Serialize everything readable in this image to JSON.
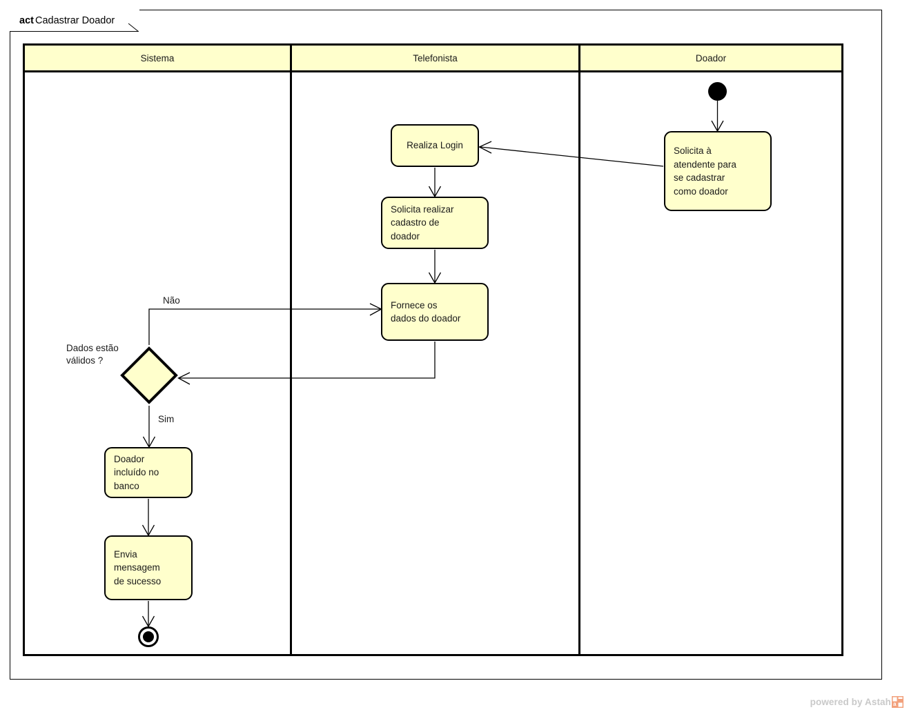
{
  "diagram": {
    "title_keyword": "act",
    "title": "Cadastrar Doador",
    "type": "uml-activity-diagram"
  },
  "colors": {
    "node_fill": "#FFFFCC",
    "node_border": "#000000",
    "lane_header_fill": "#FFFFCC",
    "frame_border": "#000000",
    "watermark_text": "#C9C9C9",
    "watermark_logo": "#F2A07B"
  },
  "swimlanes": [
    {
      "name": "lane-sistema",
      "label": "Sistema"
    },
    {
      "name": "lane-telefonista",
      "label": "Telefonista"
    },
    {
      "name": "lane-doador",
      "label": "Doador"
    }
  ],
  "nodes": {
    "initial": {
      "kind": "initial-node",
      "lane": "Doador"
    },
    "solicita_atendente": {
      "kind": "action",
      "lane": "Doador",
      "label": "Solicita à\natendente para\nse cadastrar\ncomo doador"
    },
    "realiza_login": {
      "kind": "action",
      "lane": "Telefonista",
      "label": "Realiza Login"
    },
    "solicita_cadastro": {
      "kind": "action",
      "lane": "Telefonista",
      "label": "Solicita realizar\ncadastro de\ndoador"
    },
    "fornece_dados": {
      "kind": "action",
      "lane": "Telefonista",
      "label": "Fornece os\ndados do doador"
    },
    "decision": {
      "kind": "decision-node",
      "lane": "Sistema",
      "label": "Dados estão\nválidos ?"
    },
    "doador_incluido": {
      "kind": "action",
      "lane": "Sistema",
      "label": "Doador\nincluído no\nbanco"
    },
    "envia_mensagem": {
      "kind": "action",
      "lane": "Sistema",
      "label": "Envia\nmensagem\nde sucesso"
    },
    "final": {
      "kind": "final-node",
      "lane": "Sistema"
    }
  },
  "edge_labels": {
    "nao": "Não",
    "sim": "Sim"
  },
  "edges": [
    {
      "from": "initial",
      "to": "solicita_atendente",
      "label": ""
    },
    {
      "from": "solicita_atendente",
      "to": "realiza_login",
      "label": ""
    },
    {
      "from": "realiza_login",
      "to": "solicita_cadastro",
      "label": ""
    },
    {
      "from": "solicita_cadastro",
      "to": "fornece_dados",
      "label": ""
    },
    {
      "from": "fornece_dados",
      "to": "decision",
      "label": ""
    },
    {
      "from": "decision",
      "to": "fornece_dados",
      "label": "Não"
    },
    {
      "from": "decision",
      "to": "doador_incluido",
      "label": "Sim"
    },
    {
      "from": "doador_incluido",
      "to": "envia_mensagem",
      "label": ""
    },
    {
      "from": "envia_mensagem",
      "to": "final",
      "label": ""
    }
  ],
  "watermark": {
    "text": "powered by Astah"
  }
}
